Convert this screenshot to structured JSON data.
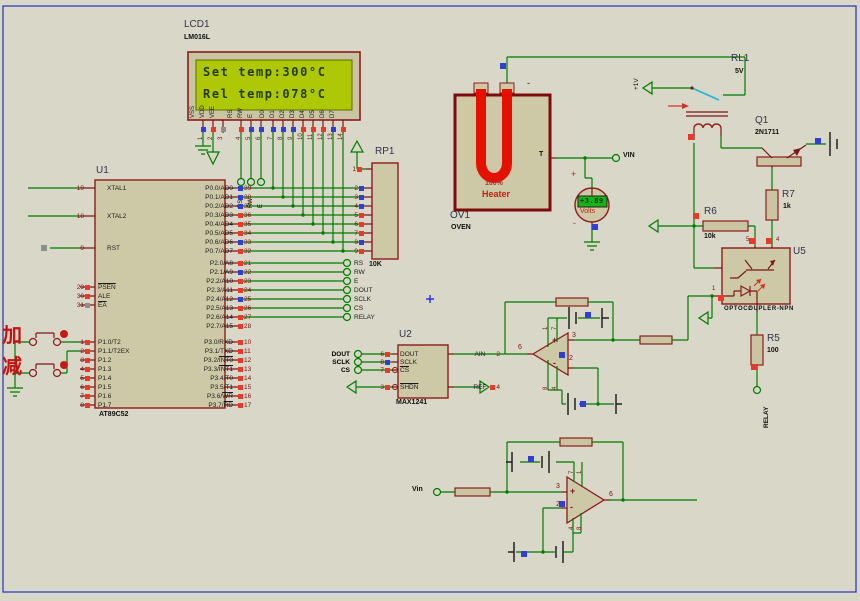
{
  "colors": {
    "wire_green": "#007c00",
    "component_maroon": "#8e1b1b",
    "fill_tan": "#cdc9a6",
    "background": "#d9d7c7",
    "lcd_screen": "#aec806",
    "pin_high_red": "#e8392b",
    "pin_low_blue": "#2f3fd3",
    "pin_float_grey": "#8a9090",
    "relay_contact_cyan": "#18b8d8",
    "heater_red": "#e61000",
    "page_border": "#2233bb"
  },
  "lcd": {
    "ref": "LCD1",
    "part": "LM016L",
    "line1": "Set temp:300°C",
    "line2": "Rel temp:078°C",
    "pins": [
      {
        "n": "1",
        "l": "VSS",
        "c": "b"
      },
      {
        "n": "2",
        "l": "VDD",
        "c": "r"
      },
      {
        "n": "3",
        "l": "VEE",
        "c": "g"
      },
      {
        "n": "4",
        "l": "RS",
        "c": "r"
      },
      {
        "n": "5",
        "l": "RW",
        "c": "b"
      },
      {
        "n": "6",
        "l": "E",
        "c": "b"
      },
      {
        "n": "7",
        "l": "D0",
        "c": "b"
      },
      {
        "n": "8",
        "l": "D1",
        "c": "b"
      },
      {
        "n": "9",
        "l": "D2",
        "c": "b"
      },
      {
        "n": "10",
        "l": "D3",
        "c": "r"
      },
      {
        "n": "11",
        "l": "D4",
        "c": "r"
      },
      {
        "n": "12",
        "l": "D5",
        "c": "r"
      },
      {
        "n": "13",
        "l": "D6",
        "c": "b"
      },
      {
        "n": "14",
        "l": "D7",
        "c": "r"
      }
    ],
    "terminals": [
      {
        "t": "RS"
      },
      {
        "t": "RW"
      },
      {
        "t": "E"
      }
    ]
  },
  "u1": {
    "ref": "U1",
    "part": "AT89C52",
    "left_top": [
      {
        "n": "19",
        "pre": "XTAL1",
        "ol": "",
        "c": "n"
      },
      {
        "n": "18",
        "pre": "XTAL2",
        "ol": "",
        "c": "n"
      },
      {
        "n": "9",
        "pre": "RST",
        "ol": "",
        "c": "n"
      },
      {
        "n": "29",
        "pre": "",
        "ol": "PSEN",
        "c": "r"
      },
      {
        "n": "30",
        "pre": "ALE",
        "ol": "",
        "c": "r"
      },
      {
        "n": "31",
        "pre": "",
        "ol": "EA",
        "c": "g"
      }
    ],
    "left_p1": [
      {
        "n": "1",
        "pre": "P1.0/T2",
        "ol": "",
        "c": "r"
      },
      {
        "n": "2",
        "pre": "P1.1/T2EX",
        "ol": "",
        "c": "r"
      },
      {
        "n": "3",
        "pre": "P1.2",
        "ol": "",
        "c": "r"
      },
      {
        "n": "4",
        "pre": "P1.3",
        "ol": "",
        "c": "r"
      },
      {
        "n": "5",
        "pre": "P1.4",
        "ol": "",
        "c": "r"
      },
      {
        "n": "6",
        "pre": "P1.5",
        "ol": "",
        "c": "r"
      },
      {
        "n": "7",
        "pre": "P1.6",
        "ol": "",
        "c": "r"
      },
      {
        "n": "8",
        "pre": "P1.7",
        "ol": "",
        "c": "r"
      }
    ],
    "right_p0": [
      {
        "n": "39",
        "pre": "P0.0/AD0",
        "ol": "",
        "c": "b"
      },
      {
        "n": "38",
        "pre": "P0.1/AD1",
        "ol": "",
        "c": "b"
      },
      {
        "n": "37",
        "pre": "P0.2/AD2",
        "ol": "",
        "c": "b"
      },
      {
        "n": "36",
        "pre": "P0.3/AD3",
        "ol": "",
        "c": "r"
      },
      {
        "n": "35",
        "pre": "P0.4/AD4",
        "ol": "",
        "c": "r"
      },
      {
        "n": "34",
        "pre": "P0.5/AD5",
        "ol": "",
        "c": "r"
      },
      {
        "n": "33",
        "pre": "P0.6/AD6",
        "ol": "",
        "c": "b"
      },
      {
        "n": "32",
        "pre": "P0.7/AD7",
        "ol": "",
        "c": "r"
      }
    ],
    "right_p2": [
      {
        "n": "21",
        "pre": "P2.0/A8",
        "ol": "",
        "c": "r"
      },
      {
        "n": "22",
        "pre": "P2.1/A9",
        "ol": "",
        "c": "b"
      },
      {
        "n": "23",
        "pre": "P2.2/A10",
        "ol": "",
        "c": "r"
      },
      {
        "n": "24",
        "pre": "P2.3/A11",
        "ol": "",
        "c": "r"
      },
      {
        "n": "25",
        "pre": "P2.4/A12",
        "ol": "",
        "c": "b"
      },
      {
        "n": "26",
        "pre": "P2.5/A13",
        "ol": "",
        "c": "r"
      },
      {
        "n": "27",
        "pre": "P2.6/A14",
        "ol": "",
        "c": "r"
      },
      {
        "n": "28",
        "pre": "P2.7/A15",
        "ol": "",
        "c": "r"
      }
    ],
    "right_p3": [
      {
        "n": "10",
        "pre": "P3.0/RXD",
        "ol": "",
        "c": "r"
      },
      {
        "n": "11",
        "pre": "P3.1/TXD",
        "ol": "",
        "c": "r"
      },
      {
        "n": "12",
        "pre": "P3.2/",
        "ol": "INT0",
        "c": "r"
      },
      {
        "n": "13",
        "pre": "P3.3/",
        "ol": "INT1",
        "c": "r"
      },
      {
        "n": "14",
        "pre": "P3.4/T0",
        "ol": "",
        "c": "r"
      },
      {
        "n": "15",
        "pre": "P3.5/T1",
        "ol": "",
        "c": "r"
      },
      {
        "n": "16",
        "pre": "P3.6/",
        "ol": "WR",
        "c": "r"
      },
      {
        "n": "17",
        "pre": "P3.7/",
        "ol": "RD",
        "c": "r"
      }
    ]
  },
  "p2_terminals": [
    {
      "t": "RS"
    },
    {
      "t": "RW"
    },
    {
      "t": "E"
    },
    {
      "t": "DOUT"
    },
    {
      "t": "SCLK"
    },
    {
      "t": "CS"
    },
    {
      "t": "RELAY"
    }
  ],
  "rp1": {
    "ref": "RP1",
    "value": "10K",
    "pin_top": {
      "n": "1",
      "c": "r"
    },
    "pins": [
      {
        "n": "2",
        "c": "b"
      },
      {
        "n": "3",
        "c": "b"
      },
      {
        "n": "4",
        "c": "b"
      },
      {
        "n": "5",
        "c": "r"
      },
      {
        "n": "6",
        "c": "r"
      },
      {
        "n": "7",
        "c": "r"
      },
      {
        "n": "8",
        "c": "b"
      },
      {
        "n": "9",
        "c": "r"
      }
    ]
  },
  "buttons": {
    "increase": "加",
    "decrease": "减"
  },
  "oven": {
    "ref": "OV1",
    "part": "OVEN",
    "heater": "Heater",
    "percent": "100%",
    "t_pin": "T",
    "minus": "-"
  },
  "voltmeter": {
    "value": "+3.89",
    "unit": "Volts",
    "plus": "+",
    "minus": "-"
  },
  "terminals": {
    "vin": "VIN",
    "vin_amp": "Vin",
    "relay": "RELAY",
    "supply": "+1V"
  },
  "relay": {
    "ref": "RL1",
    "value": "5V"
  },
  "q1": {
    "ref": "Q1",
    "value": "2N1711"
  },
  "r5": {
    "ref": "R5",
    "value": "100"
  },
  "r6": {
    "ref": "R6",
    "value": "10k"
  },
  "r7": {
    "ref": "R7",
    "value": "1k"
  },
  "u5": {
    "ref": "U5",
    "value": "OPTOCOUPLER-NPN",
    "pin_c": "5",
    "pin_e": "4",
    "pin_a": "1",
    "pin_k": "2"
  },
  "u2": {
    "ref": "U2",
    "value": "MAX1241",
    "left": [
      {
        "n": "6",
        "pre": "DOUT",
        "ol": "",
        "c": "r"
      },
      {
        "n": "8",
        "pre": "SCLK",
        "ol": "",
        "c": "b"
      },
      {
        "n": "7",
        "pre": "",
        "ol": "CS",
        "c": "r"
      },
      {
        "n": "3",
        "pre": "",
        "ol": "SHDN",
        "c": "r"
      }
    ],
    "right": [
      {
        "n": "2",
        "pre": "AIN",
        "ol": "",
        "c": "n"
      },
      {
        "n": "4",
        "pre": "REF",
        "ol": "",
        "c": "r"
      }
    ],
    "terminals": [
      {
        "t": "DOUT"
      },
      {
        "t": "SCLK"
      },
      {
        "t": "CS"
      }
    ]
  },
  "opamp1": {
    "out": "6",
    "in_plus": "3",
    "in_minus": "2",
    "plus": "+",
    "minus": "-",
    "top_pins": [
      {
        "t": "1"
      },
      {
        "t": "7"
      }
    ],
    "bottom_pins": [
      {
        "t": "8"
      },
      {
        "t": "4"
      }
    ]
  },
  "opamp2": {
    "out": "6",
    "in_plus": "3",
    "in_minus": "2",
    "plus": "+",
    "minus": "-",
    "top_pins": [
      {
        "t": "7"
      },
      {
        "t": "1"
      }
    ],
    "bottom_pins": [
      {
        "t": "4"
      },
      {
        "t": "8"
      }
    ]
  }
}
